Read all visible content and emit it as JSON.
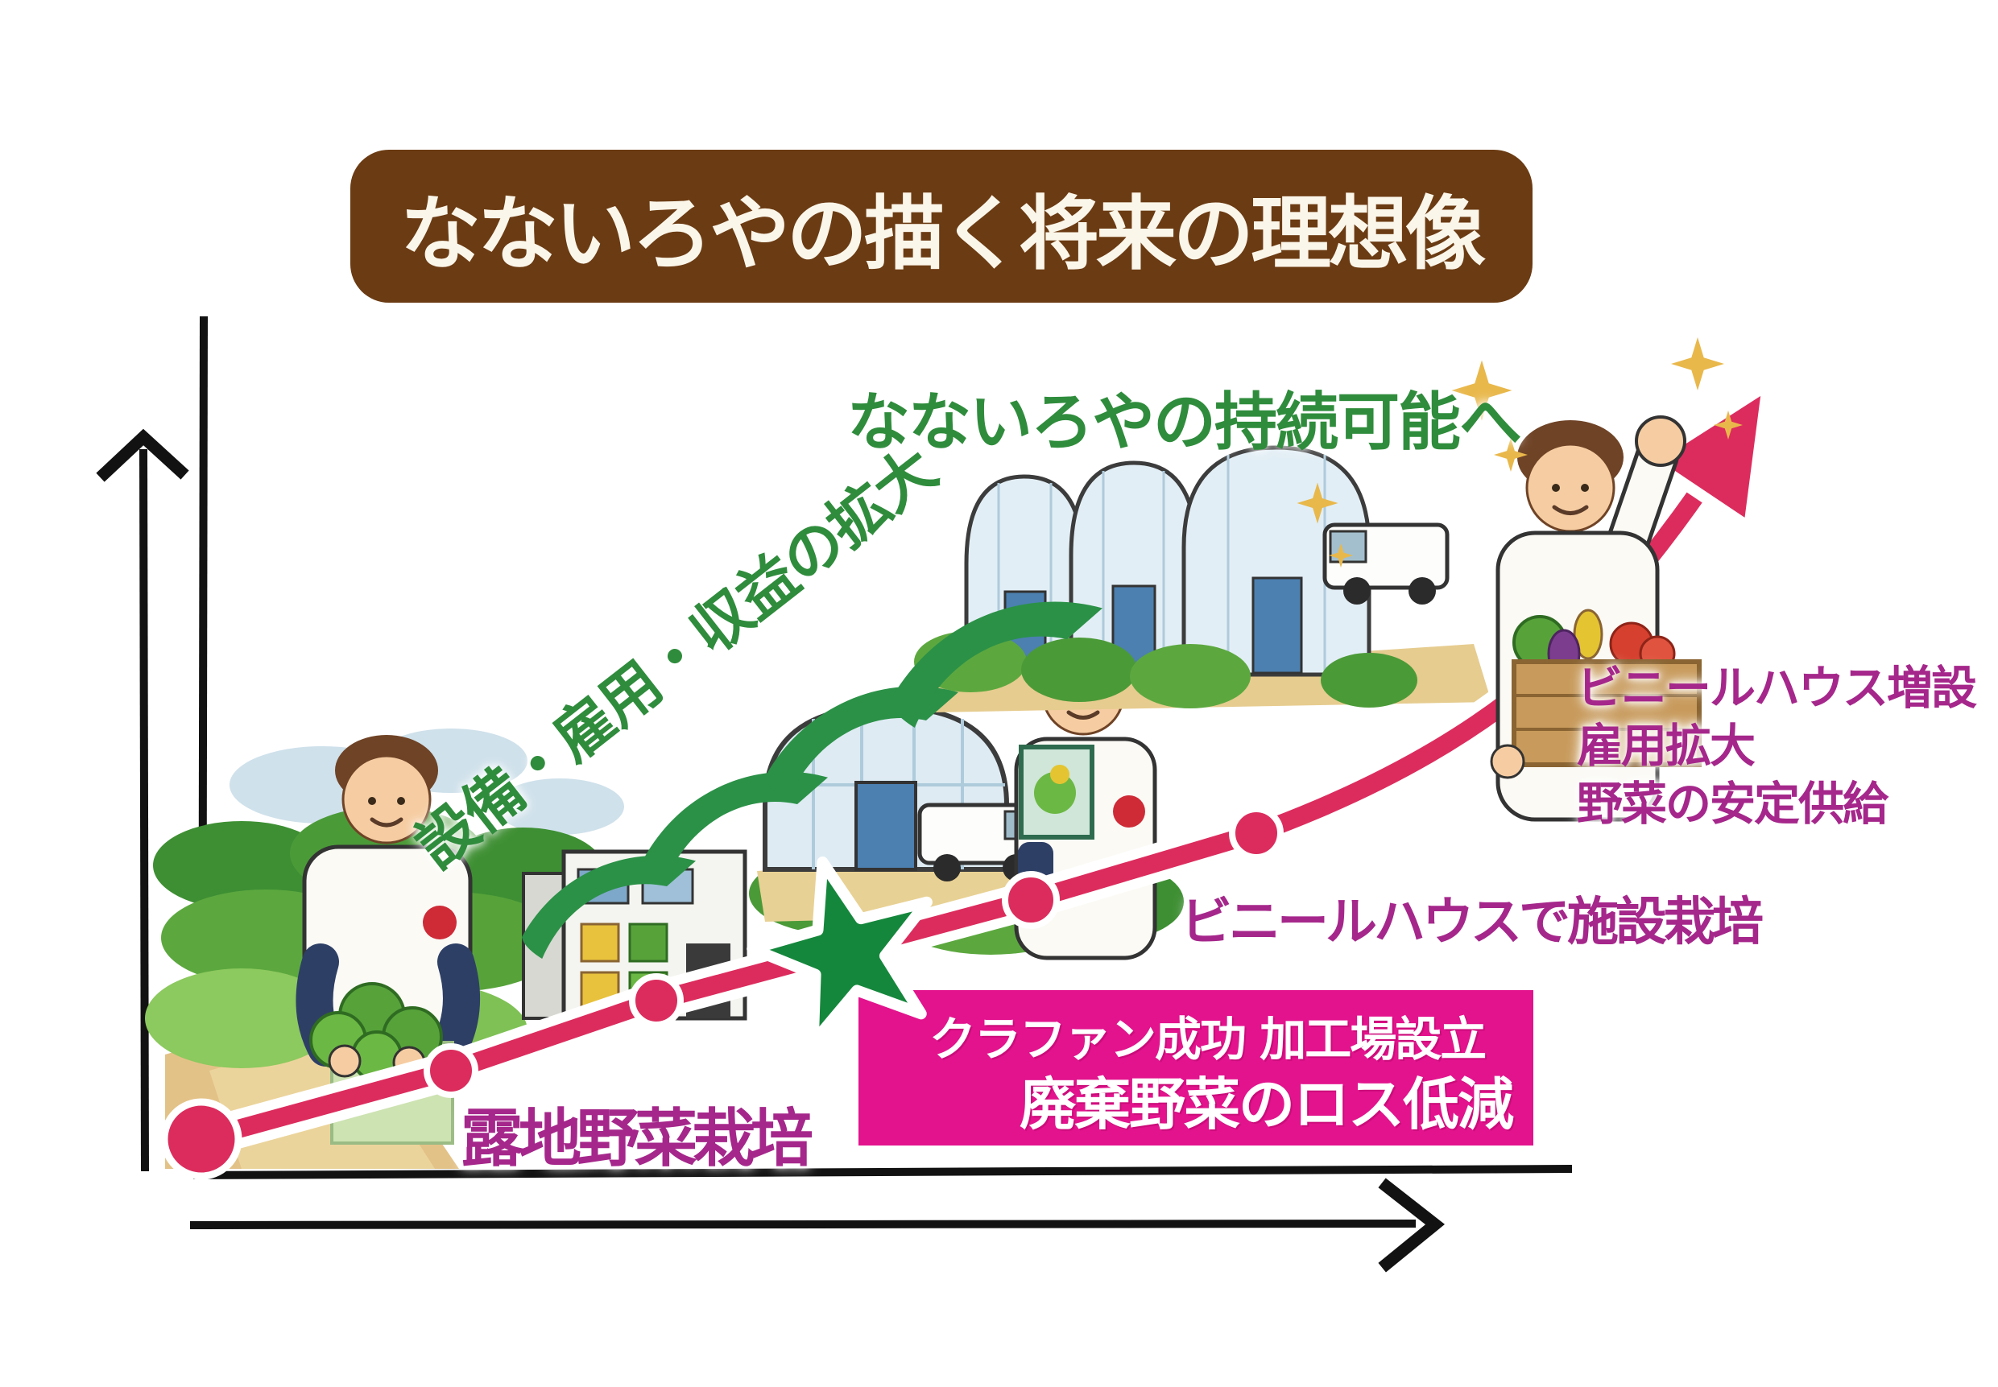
{
  "banner": {
    "title": "なないろやの描く将来の理想像",
    "bg_color": "#6B3B13",
    "text_color": "#FBF6EA"
  },
  "labels": {
    "sustainable_goal": "なないろやの持続可能へ",
    "growth_diagonal": "設備・雇用・収益の拡大",
    "stage_open_field": "露地野菜栽培",
    "stage_greenhouse": "ビニールハウスで施設栽培",
    "expansion_lines": [
      "ビニールハウス増設",
      "雇用拡大",
      "野菜の安定供給"
    ],
    "milestone": {
      "line1": "クラファン成功 加工場設立",
      "line2": "廃棄野菜のロス低減"
    }
  },
  "colors": {
    "curve_pink": "#DC2C5D",
    "milestone_box_pink": "#E2138D",
    "green_text": "#2F8C3C",
    "arrow_green": "#2B9147",
    "star_green": "#15873C",
    "magenta_text": "#A5278B",
    "banner_brown": "#6B3B13",
    "axis_black": "#121212",
    "sparkle_gold": "#E9B84B"
  },
  "diagram": {
    "type": "growth-timeline",
    "description_icons": [
      "farmer-with-vegetables",
      "processing-building",
      "greenhouse",
      "delivery-van",
      "greenhouse-row",
      "farmer-with-frame",
      "farmer-raising-fist",
      "milestone-star",
      "sparkles"
    ],
    "stages": [
      {
        "order": 1,
        "label": "露地野菜栽培"
      },
      {
        "order": 2,
        "label": "クラファン成功 加工場設立 廃棄野菜のロス低減"
      },
      {
        "order": 3,
        "label": "ビニールハウスで施設栽培"
      },
      {
        "order": 4,
        "label": "ビニールハウス増設 雇用拡大 野菜の安定供給"
      },
      {
        "order": 5,
        "label": "なないろやの持続可能へ"
      }
    ]
  }
}
